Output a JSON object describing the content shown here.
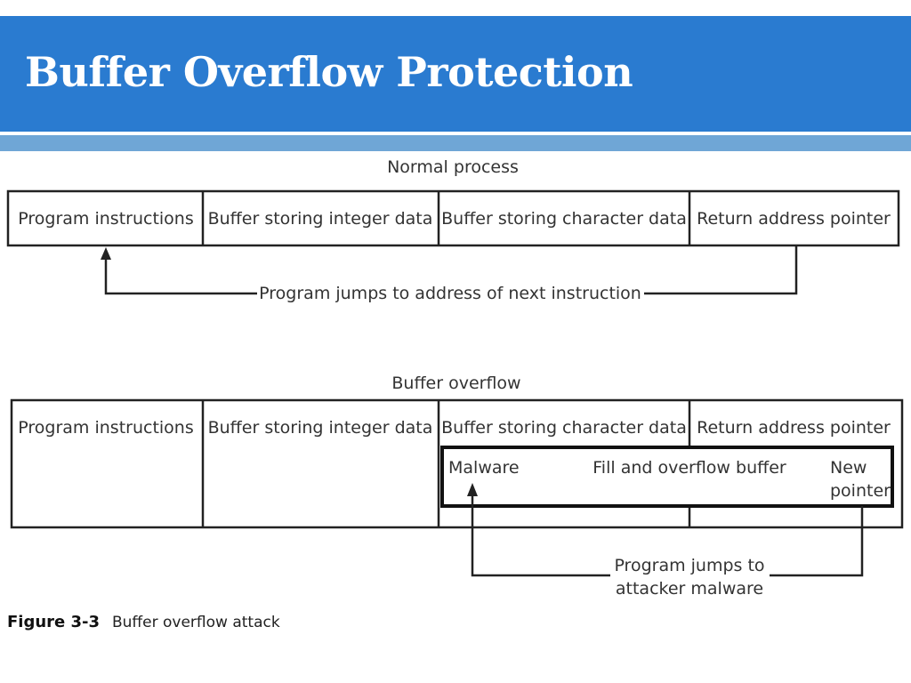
{
  "slide": {
    "title": "Buffer Overflow Protection",
    "colors": {
      "title_bar": "#2a7bd0",
      "stripe": "#6fa6d6",
      "title_text": "#ffffff",
      "diagram_line": "#222222"
    }
  },
  "diagram": {
    "normal": {
      "heading": "Normal process",
      "cells": [
        "Program instructions",
        "Buffer storing integer data",
        "Buffer storing character data",
        "Return address pointer"
      ],
      "arrow_label": "Program jumps to address of next instruction"
    },
    "overflow": {
      "heading": "Buffer overflow",
      "cells": [
        "Program instructions",
        "Buffer storing integer data",
        "Buffer storing character data",
        "Return address pointer"
      ],
      "malware": "Malware",
      "fill_overflow": "Fill and overflow buffer",
      "new_pointer_line1": "New",
      "new_pointer_line2": "pointer",
      "arrow_label_line1": "Program jumps to",
      "arrow_label_line2": "attacker malware"
    },
    "caption": {
      "figure": "Figure 3-3",
      "text": "Buffer overflow attack"
    }
  }
}
